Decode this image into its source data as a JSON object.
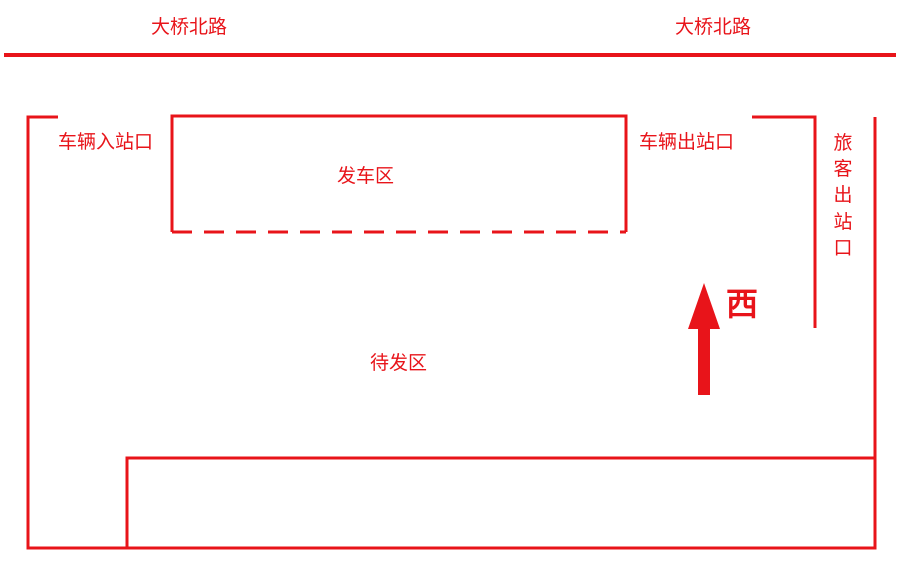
{
  "road": {
    "label_left": "大桥北路",
    "label_right": "大桥北路"
  },
  "labels": {
    "vehicle_entrance": "车辆入站口",
    "vehicle_exit": "车辆出站口",
    "passenger_exit": "旅客出站口",
    "departure_area": "发车区",
    "waiting_area": "待发区",
    "direction": "西"
  },
  "colors": {
    "line": "#e8141a",
    "background": "#ffffff"
  }
}
